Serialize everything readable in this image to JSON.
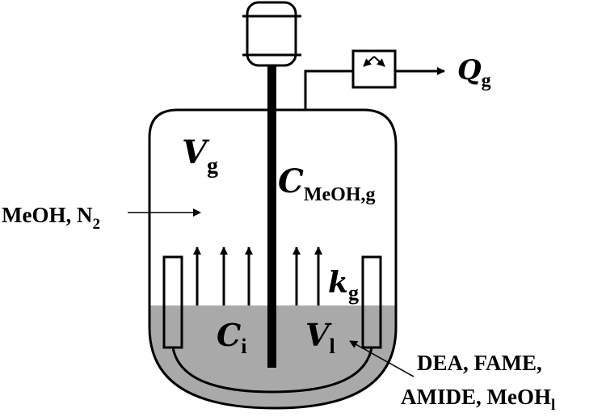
{
  "labels": {
    "flow_out": {
      "symbol": "Q",
      "sub": "g"
    },
    "gas_volume": {
      "symbol": "V",
      "sub": "g"
    },
    "gas_concentration": {
      "symbol": "C",
      "sub": "MeOH,g"
    },
    "gas_feed": {
      "text": "MeOH, N",
      "sub": "2"
    },
    "mass_transfer": {
      "symbol": "k",
      "sub": "g"
    },
    "liquid_concentration": {
      "symbol": "C",
      "sub": "i"
    },
    "liquid_volume": {
      "symbol": "V",
      "sub": "l"
    },
    "species_line1": "DEA, FAME,",
    "species_line2": {
      "text": "AMIDE, MeOH",
      "sub": "l"
    }
  },
  "colors": {
    "liquid": "#a9a9a9",
    "stroke": "#000000",
    "background": "#ffffff"
  }
}
